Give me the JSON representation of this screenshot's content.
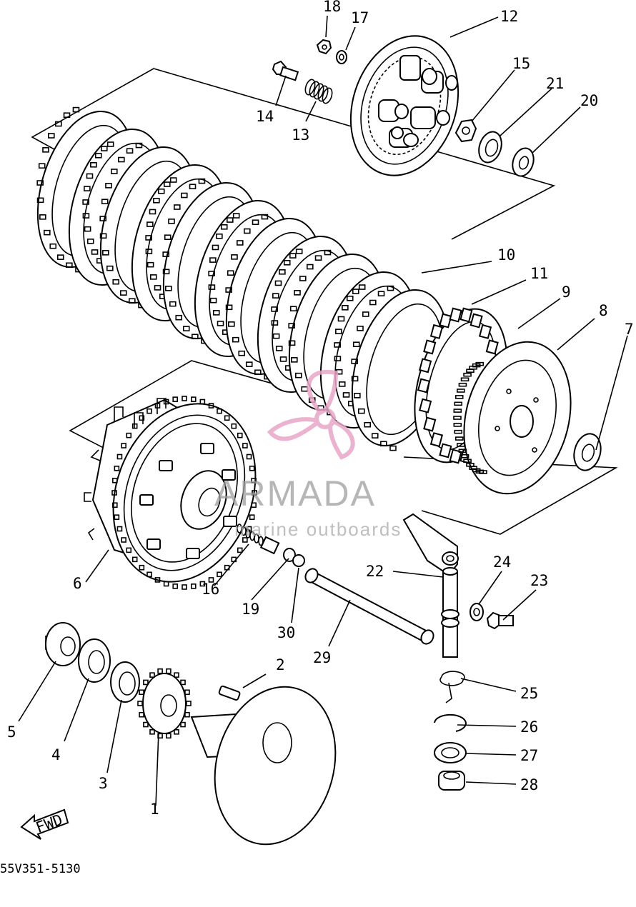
{
  "diagram": {
    "drawing_code": "55V351-5130",
    "fwd_label": "FWD",
    "watermark": {
      "brand": "ARMADA",
      "tagline": "marine outboards",
      "logo_color": "#e8a6c8"
    },
    "callouts": [
      "1",
      "2",
      "3",
      "4",
      "5",
      "6",
      "7",
      "8",
      "9",
      "10",
      "11",
      "12",
      "13",
      "14",
      "15",
      "16",
      "17",
      "18",
      "19",
      "20",
      "21",
      "22",
      "23",
      "24",
      "25",
      "26",
      "27",
      "28",
      "29",
      "30"
    ]
  }
}
